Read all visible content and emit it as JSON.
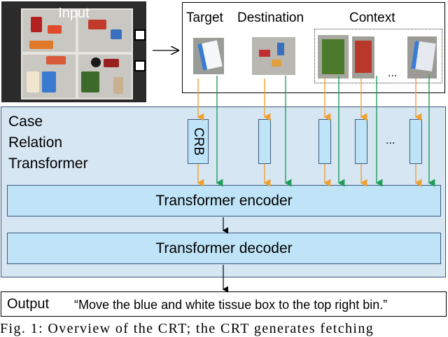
{
  "input": {
    "label": "Input"
  },
  "top_labels": {
    "target": "Target",
    "destination": "Destination",
    "context": "Context"
  },
  "context_ellipsis": "...",
  "crt": {
    "title_lines": [
      "Case",
      "Relation",
      "Transformer"
    ],
    "crb_label": "CRB",
    "token_ellipsis": "..."
  },
  "encoder": {
    "label": "Transformer encoder"
  },
  "decoder": {
    "label": "Transformer decoder"
  },
  "output": {
    "label": "Output",
    "text": "“Move the blue and white tissue box to the top right bin.”"
  },
  "caption": "Fig. 1: Overview of the CRT; the CRT generates fetching",
  "colors": {
    "orange_arrow": "#f0a030",
    "green_arrow": "#1e9e5a",
    "panel_bg": "#d6e6f3",
    "block_fill": "#bfe3f7"
  }
}
